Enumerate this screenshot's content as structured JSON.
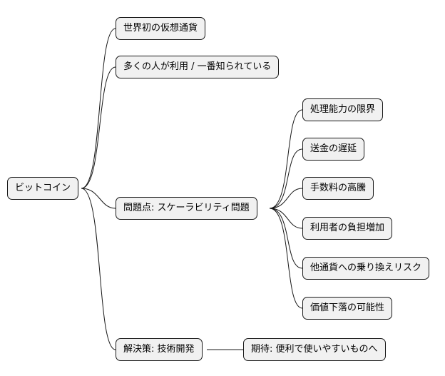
{
  "mindmap": {
    "root": "ビットコイン",
    "branches": {
      "first": "世界初の仮想通貨",
      "popular": "多くの人が利用 / 一番知られている",
      "problem": "問題点: スケーラビリティ問題",
      "solution": "解決策: 技術開発"
    },
    "problems": [
      "処理能力の限界",
      "送金の遅延",
      "手数料の高騰",
      "利用者の負担増加",
      "他通貨への乗り換えリスク",
      "価値下落の可能性"
    ],
    "expectation": "期待: 便利で使いやすいものへ"
  },
  "colors": {
    "node_fill": "#f1f1f1",
    "line": "#181818"
  }
}
